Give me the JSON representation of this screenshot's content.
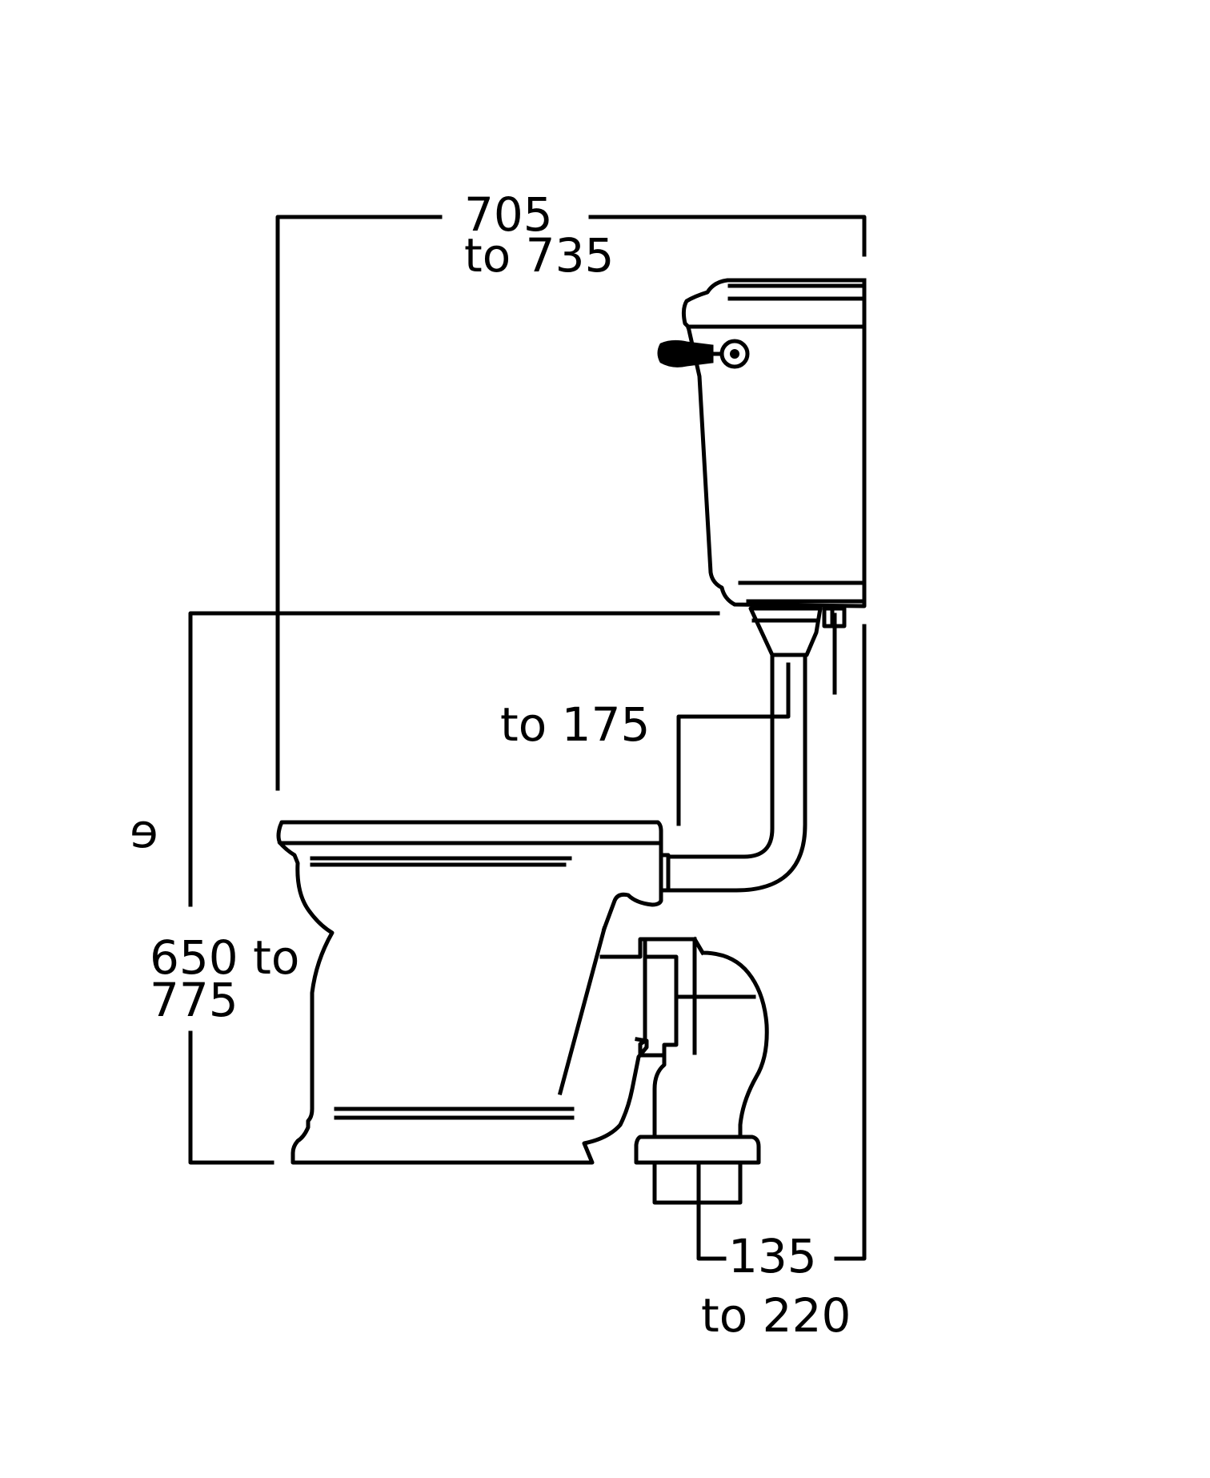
{
  "dimensions": {
    "overall_depth": {
      "line1": "705",
      "line2": "to 735"
    },
    "height": {
      "line1": "650 to",
      "line2": "775"
    },
    "pipe_projection": {
      "line1": "to 175"
    },
    "outlet_offset": {
      "line1": "135",
      "line2": "to 220"
    }
  },
  "colors": {
    "line": "#000000",
    "background": "#ffffff"
  },
  "icons": {
    "flush_lever": "lever-handle-icon"
  }
}
